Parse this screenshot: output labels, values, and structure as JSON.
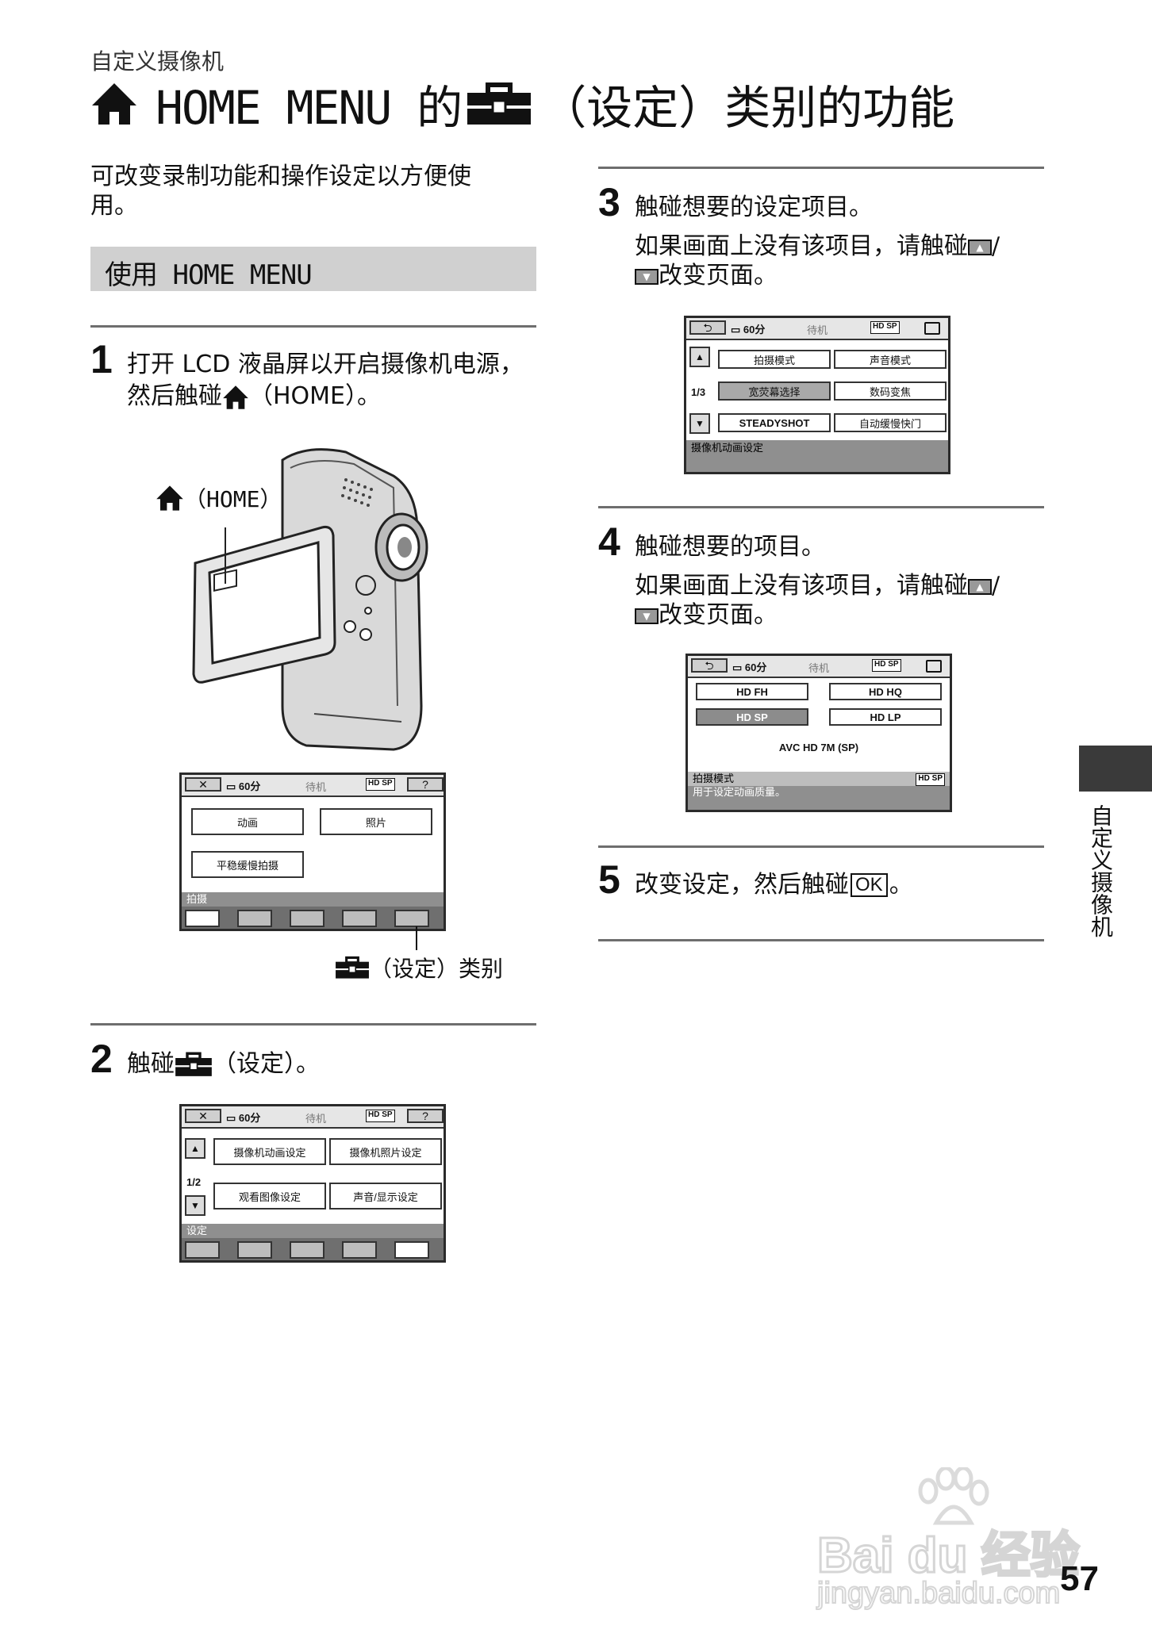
{
  "header": {
    "section": "自定义摄像机",
    "title_part1": "HOME MENU 的",
    "title_part2": "（设定）类别的功能"
  },
  "intro": "可改变录制功能和操作设定以方便使用。",
  "subheading": "使用 HOME MENU",
  "steps": [
    {
      "num": "1",
      "line1": "打开 LCD 液晶屏以开启摄像机电源，",
      "line2a": "然后触碰",
      "line2b": "（HOME）。"
    },
    {
      "num": "2",
      "text_a": "触碰",
      "text_b": "（设定）。"
    },
    {
      "num": "3",
      "title": "触碰想要的设定项目。",
      "desc_a": "如果画面上没有该项目，请触碰",
      "desc_b": "/",
      "desc_c": "改变页面。"
    },
    {
      "num": "4",
      "title": "触碰想要的项目。",
      "desc_a": "如果画面上没有该项目，请触碰",
      "desc_b": "/",
      "desc_c": "改变页面。"
    },
    {
      "num": "5",
      "text_a": "改变设定，然后触碰",
      "ok": "OK",
      "text_b": "。"
    }
  ],
  "camera": {
    "home_label": "（HOME）"
  },
  "callout": "（设定）类别",
  "screens": {
    "status": {
      "battery": "60分",
      "standby": "待机",
      "hd": "HD",
      "sp": "SP",
      "help": "?",
      "close": "✕",
      "back": "⮌"
    },
    "home": {
      "items": [
        "动画",
        "照片",
        "平稳缓慢拍摄"
      ],
      "bar": "拍摄"
    },
    "settings": {
      "page": "1/2",
      "items": [
        "摄像机动画设定",
        "摄像机照片设定",
        "观看图像设定",
        "声音/显示设定"
      ],
      "bar": "设定"
    },
    "camera_movie": {
      "page": "1/3",
      "items": [
        "拍摄模式",
        "声音模式",
        "宽荧幕选择",
        "数码变焦",
        "STEADYSHOT",
        "自动缓慢快门"
      ],
      "bar": "摄像机动画设定"
    },
    "rec_mode": {
      "items": [
        "HD FH",
        "HD HQ",
        "HD SP",
        "HD LP"
      ],
      "current": "AVC HD 7M (SP)",
      "bar1": "拍摄模式",
      "bar2": "用于设定动画质量。"
    }
  },
  "sidebar_tab": "自定义摄像机",
  "page_number": "57",
  "watermark": {
    "brand": "Bai du 经验",
    "url": "jingyan.baidu.com"
  }
}
